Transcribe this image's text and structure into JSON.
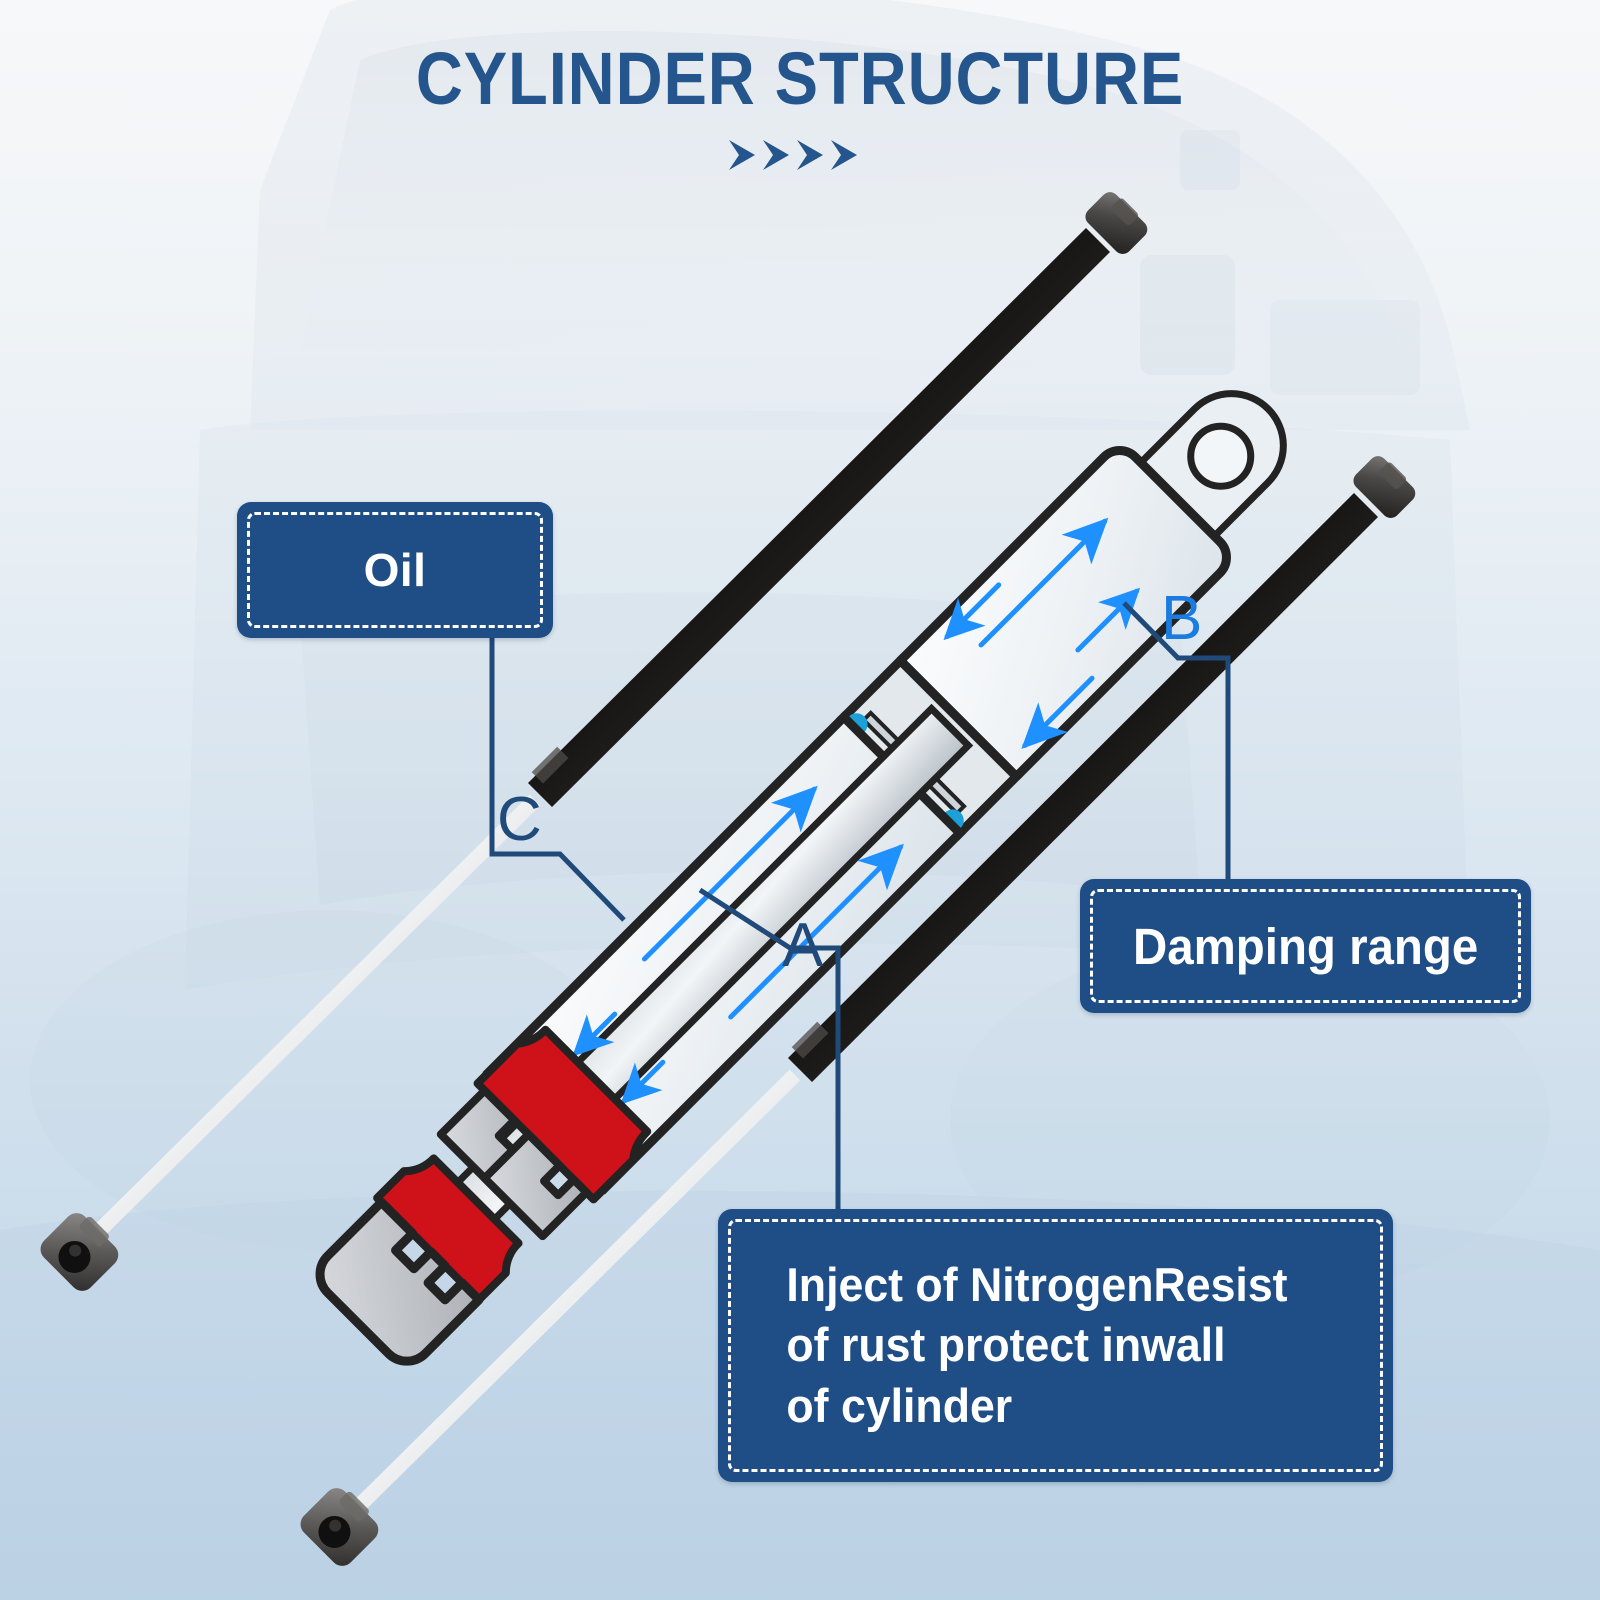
{
  "page": {
    "title": "CYLINDER STRUCTURE",
    "chevron_count": 4,
    "background_subject": "car-trunk-photo-faded"
  },
  "colors": {
    "brand_blue": "#24558c",
    "callout_fill": "#1f4d86",
    "callout_border": "#ffffff",
    "marker_dark": "#1f4a7a",
    "marker_bright": "#1a7be0",
    "arrow_blue": "#1e90ff",
    "seal_red": "#cf1119",
    "seal_cyan": "#1ba0d8",
    "outline_black": "#232323",
    "bg_top": "#f3f5f7",
    "bg_bottom": "#b8d0e4"
  },
  "callouts": [
    {
      "id": "oil",
      "label": "Oil"
    },
    {
      "id": "damping",
      "label": "Damping range"
    },
    {
      "id": "inject",
      "lines": [
        "Inject of NitrogenResist",
        "of rust protect inwall",
        "of cylinder"
      ]
    }
  ],
  "markers": [
    {
      "id": "a",
      "label": "A",
      "points_to": "nitrogen-injection-chamber"
    },
    {
      "id": "b",
      "label": "B",
      "points_to": "damping-range-section"
    },
    {
      "id": "c",
      "label": "C",
      "points_to": "oil-chamber-seal"
    }
  ],
  "diagram": {
    "name": "gas-spring-cutaway",
    "parts": [
      "eyelet-end",
      "cylinder-tube",
      "piston-seal",
      "piston-rod",
      "rod-end-cap"
    ],
    "flow_arrow_count": 8,
    "seal_dot_count": 2
  },
  "products": [
    {
      "id": "strut-upper",
      "name": "gas-strut-black-upper"
    },
    {
      "id": "strut-lower",
      "name": "gas-strut-black-lower"
    }
  ]
}
